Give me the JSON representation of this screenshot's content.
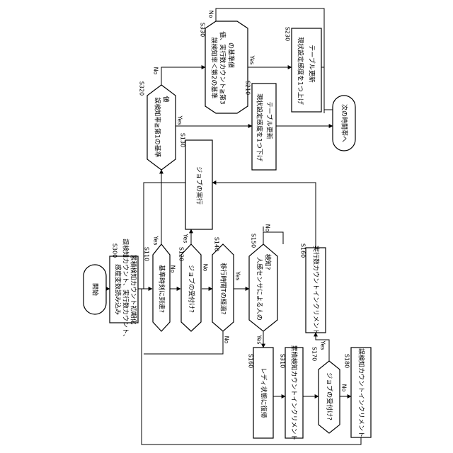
{
  "nodes": {
    "start": {
      "text": "開始"
    },
    "s300": {
      "id": "S300",
      "lines": [
        "感度変数読み込み",
        "誤検知カウント、実行数カウント、",
        "累積検知カウント初期化"
      ]
    },
    "s110": {
      "id": "S110",
      "text": "基準時刻に到達?"
    },
    "s120": {
      "id": "S120",
      "text": "ジョブの受付け?"
    },
    "s130": {
      "id": "S130",
      "text": "ジョブの実行"
    },
    "s140": {
      "id": "S140",
      "text": "移行時間Tの経過?"
    },
    "s150": {
      "id": "S150",
      "lines": [
        "人感センサによる人の",
        "検知?"
      ]
    },
    "s160a": {
      "id": "S160",
      "text": "レディ状態に復帰"
    },
    "s160b": {
      "id": "S160",
      "text": "実行数カウントインクリメント"
    },
    "s310": {
      "id": "S310",
      "text": "累積検知カウントインクリメント"
    },
    "s170": {
      "id": "S170",
      "text": "ジョブの受付け?"
    },
    "s180": {
      "id": "S180",
      "text": "誤検知カウントインクリメント"
    },
    "s320": {
      "id": "S320",
      "lines": [
        "誤検知率≧第1の基準",
        "値"
      ]
    },
    "s330": {
      "id": "S330",
      "lines": [
        "誤検知率＜第2の基準",
        "値、実行数カウント≧第3",
        "の基準値"
      ]
    },
    "s210": {
      "id": "S210",
      "lines": [
        "現状設定感度を1つ下げ",
        "テーブル更新"
      ]
    },
    "s230": {
      "id": "S230",
      "lines": [
        "現状設定感度を1つ上げ",
        "テーブル更新"
      ]
    },
    "end": {
      "text": "次の時間帯へ"
    }
  },
  "labels": {
    "yes": "Yes",
    "no": "No"
  }
}
